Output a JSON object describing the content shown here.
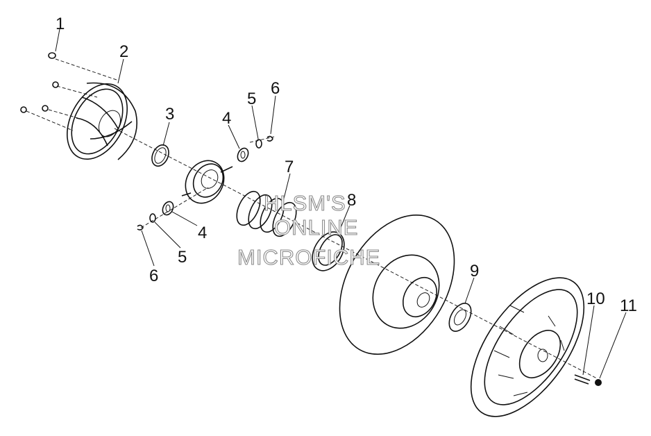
{
  "diagram": {
    "labels": {
      "p1": "1",
      "p2": "2",
      "p3": "3",
      "p4a": "4",
      "p4b": "4",
      "p5a": "5",
      "p5b": "5",
      "p6a": "6",
      "p6b": "6",
      "p7": "7",
      "p8": "8",
      "p9": "9",
      "p10": "10",
      "p11": "11"
    },
    "watermark": {
      "line1": "HLSM'S",
      "line2": "ONLINE",
      "line3": "MICROFICHE"
    }
  }
}
